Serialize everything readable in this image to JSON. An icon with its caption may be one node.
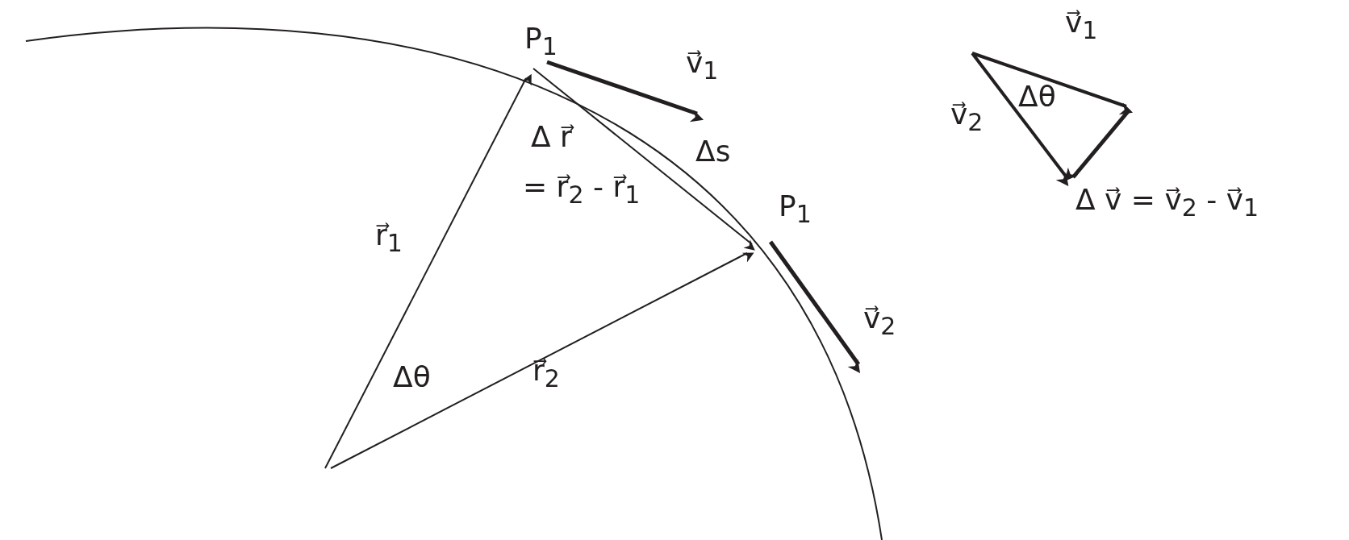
{
  "diagram": {
    "labels": [
      "P$_{1}$",
      "v⃗$_{1}$",
      "v⃗$_{1}$",
      "Δθ",
      "v⃗$_{2}$",
      "Δs",
      "Δ r⃗",
      "= r⃗$_{2}$ - r⃗$_{1}$",
      "Δ v⃗ = v⃗$_{2}$ - v⃗$_{1}$",
      "P$_{1}$",
      "r⃗$_{1}$",
      "v⃗$_{2}$",
      "Δθ",
      "r⃗$_{2}$"
    ]
  }
}
